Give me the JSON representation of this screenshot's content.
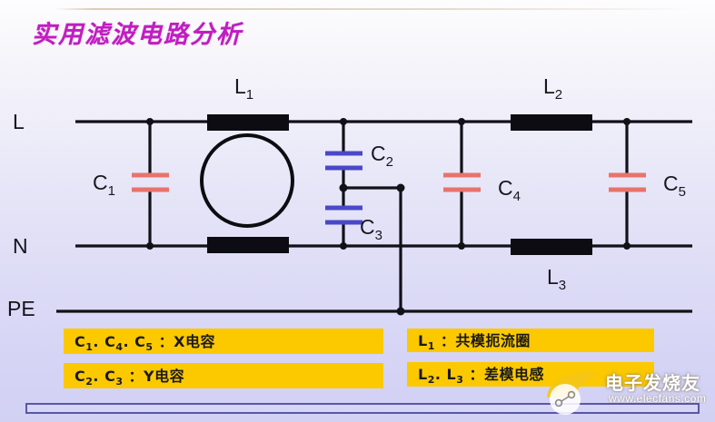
{
  "slide": {
    "title": "实用滤波电路分析",
    "title_color": "#c01ec0",
    "background_top": "#fdfdfe",
    "background_bottom": "#d2d1f4"
  },
  "circuit": {
    "rails": [
      {
        "id": "L",
        "label": "L"
      },
      {
        "id": "N",
        "label": "N"
      },
      {
        "id": "PE",
        "label": "PE"
      }
    ],
    "capacitors": [
      {
        "id": "C1",
        "label": "C",
        "sub": "1",
        "color": "#E8736B",
        "type": "X"
      },
      {
        "id": "C2",
        "label": "C",
        "sub": "2",
        "color": "#4a48c8",
        "type": "Y"
      },
      {
        "id": "C3",
        "label": "C",
        "sub": "3",
        "color": "#4a48c8",
        "type": "Y"
      },
      {
        "id": "C4",
        "label": "C",
        "sub": "4",
        "color": "#E8736B",
        "type": "X"
      },
      {
        "id": "C5",
        "label": "C",
        "sub": "5",
        "color": "#E8736B",
        "type": "X"
      }
    ],
    "inductors": [
      {
        "id": "L1",
        "label": "L",
        "sub": "1",
        "type": "common-mode-choke"
      },
      {
        "id": "L2",
        "label": "L",
        "sub": "2",
        "type": "differential-mode"
      },
      {
        "id": "L3",
        "label": "L",
        "sub": "3",
        "type": "differential-mode"
      }
    ],
    "labels": {
      "L_rail": "L",
      "N_rail": "N",
      "PE_rail": "PE",
      "C1": "C1",
      "C2": "C2",
      "C3": "C3",
      "C4": "C4",
      "C5": "C5",
      "L1": "L1",
      "L2": "L2",
      "L3": "L3"
    }
  },
  "legend": {
    "box_color": "#FCC800",
    "items": [
      {
        "id": "legend-c-x",
        "refs": "C₁、C₄、C₅",
        "text": "C1. C4. C5 ：X电容"
      },
      {
        "id": "legend-c-y",
        "refs": "C₂、C₃",
        "text": "C2. C3 ：Y电容"
      },
      {
        "id": "legend-l-cm",
        "refs": "L₁",
        "text": "L1 ：共模扼流圈"
      },
      {
        "id": "legend-l-dm",
        "refs": "L₂、L₃",
        "text": "L2. L3 ：差模电感"
      }
    ]
  },
  "watermark": {
    "brand": "电子发烧友",
    "url": "www.elecfans.com"
  }
}
